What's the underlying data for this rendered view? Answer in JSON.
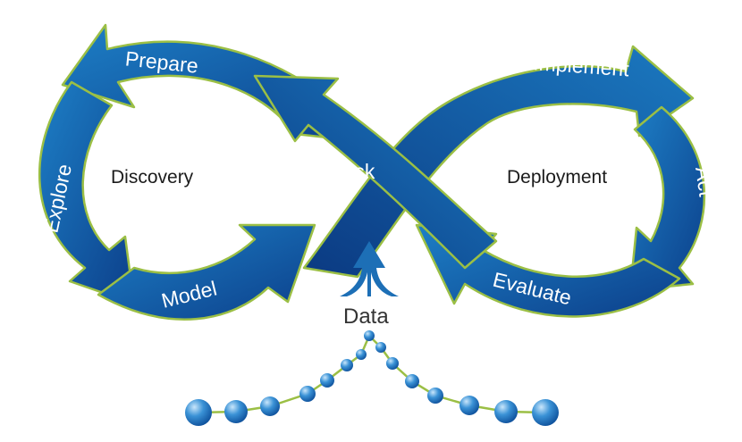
{
  "diagram": {
    "steps": {
      "prepare": "Prepare",
      "explore": "Explore",
      "model": "Model",
      "ask": "Ask",
      "implement": "Implement",
      "act": "Act",
      "evaluate": "Evaluate"
    },
    "regions": {
      "left": "Discovery",
      "right": "Deployment"
    },
    "source": "Data",
    "colors": {
      "band_dark": "#0c3f8a",
      "band_light": "#1d7fc6",
      "outline": "#9bbf45",
      "beads": "#2a7fc8",
      "chain": "#9bbf45",
      "text_on_band": "#ffffff"
    }
  }
}
